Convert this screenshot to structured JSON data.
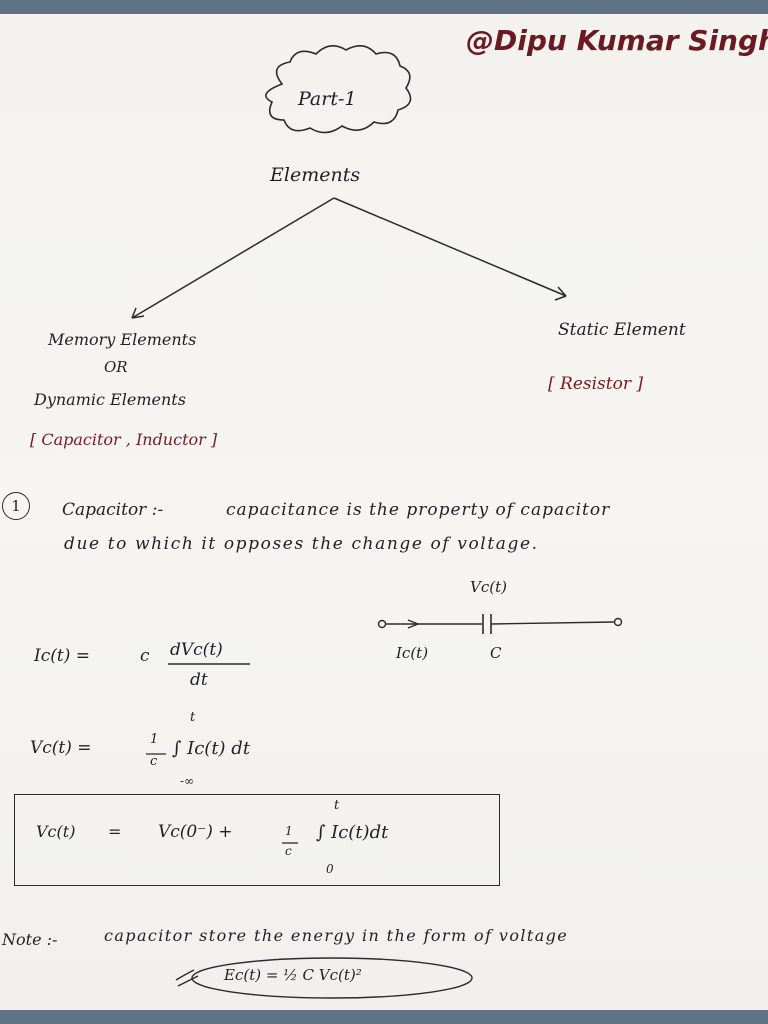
{
  "header": {
    "author": "@Dipu Kumar Singh"
  },
  "part_label": "Part-1",
  "tree": {
    "root": "Elements",
    "left": {
      "line1": "Memory Elements",
      "line2": "OR",
      "line3": "Dynamic Elements",
      "examples": "[ Capacitor , Inductor ]"
    },
    "right": {
      "title": "Static Element",
      "examples": "[ Resistor ]"
    }
  },
  "section": {
    "number": "1",
    "title": "Capacitor :-",
    "definition_line1": "capacitance is the property of capacitor",
    "definition_line2": "due to which it opposes the change of voltage."
  },
  "circuit": {
    "voltage_label": "Vc(t)",
    "current_label": "Ic(t)",
    "cap_label": "C"
  },
  "equations": {
    "current": {
      "lhs": "Ic(t) =",
      "coef": "c",
      "numerator": "dVc(t)",
      "denominator": "dt"
    },
    "voltage_integral": {
      "lhs": "Vc(t) =",
      "frac_num": "1",
      "frac_den": "c",
      "upper": "t",
      "lower": "-∞",
      "body": "∫ Ic(t) dt"
    },
    "voltage_boxed": {
      "lhs": "Vc(t)",
      "eq": "=",
      "init": "Vc(0⁻) +",
      "frac_num": "1",
      "frac_den": "c",
      "upper": "t",
      "lower": "0",
      "body": "∫ Ic(t)dt"
    }
  },
  "note": {
    "label": "Note :-",
    "text": "capacitor store the energy in the form of voltage",
    "energy_eq": "Ec(t) = ½ C Vc(t)²"
  }
}
